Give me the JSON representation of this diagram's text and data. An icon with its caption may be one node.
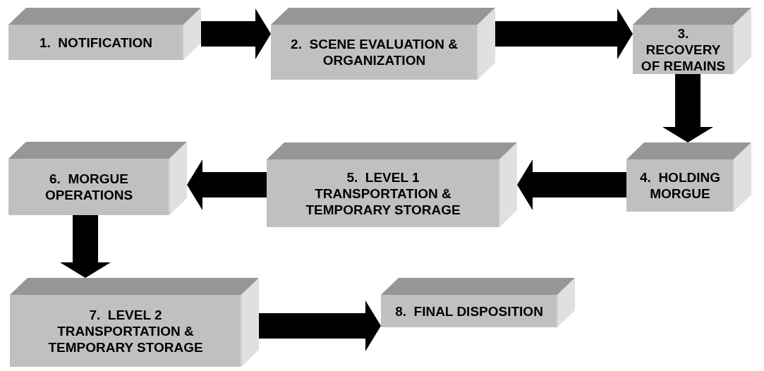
{
  "diagram": {
    "nodes": [
      {
        "text": [
          "1.  NOTIFICATION"
        ]
      },
      {
        "text": [
          "2.  SCENE EVALUATION & ORGANIZATION"
        ]
      },
      {
        "text": [
          "3.  RECOVERY OF REMAINS"
        ]
      },
      {
        "text": [
          "4.  HOLDING MORGUE"
        ]
      },
      {
        "text": [
          "5.  LEVEL 1 TRANSPORTATION & TEMPORARY STORAGE"
        ]
      },
      {
        "text": [
          "6.  MORGUE OPERATIONS"
        ]
      },
      {
        "text": [
          "7.  LEVEL 2 TRANSPORTATION & TEMPORARY STORAGE"
        ]
      },
      {
        "text": [
          "8.  FINAL DISPOSITION"
        ]
      }
    ],
    "edges": [
      {
        "from": 0,
        "to": 1,
        "arrow": "to"
      },
      {
        "from": 1,
        "to": 2,
        "arrow": "to"
      },
      {
        "from": 2,
        "to": 3,
        "arrow": "to"
      },
      {
        "from": 3,
        "to": 4,
        "arrow": "to"
      },
      {
        "from": 4,
        "to": 5,
        "arrow": "to"
      },
      {
        "from": 5,
        "to": 6,
        "arrow": "to"
      },
      {
        "from": 6,
        "to": 7,
        "arrow": "to"
      }
    ]
  }
}
